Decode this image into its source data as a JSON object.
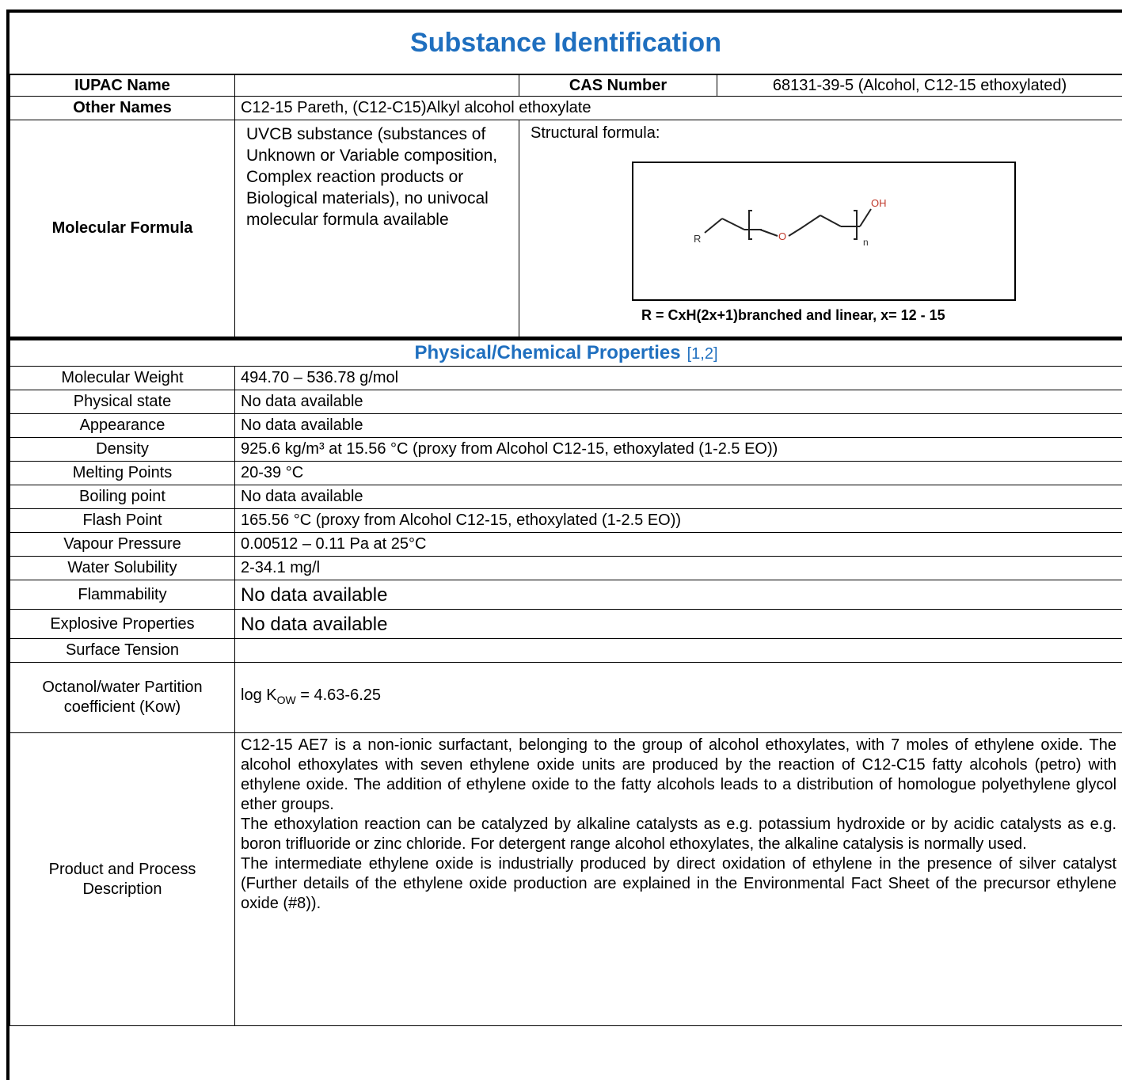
{
  "header": {
    "title": "Substance Identification"
  },
  "identification": {
    "iupac_label": "IUPAC Name",
    "iupac_value": "",
    "cas_label": "CAS Number",
    "cas_value": "68131-39-5 (Alcohol, C12-15 ethoxylated)",
    "other_names_label": "Other Names",
    "other_names_value": "C12-15 Pareth, (C12-C15)Alkyl alcohol ethoxylate",
    "molecular_formula_label": "Molecular Formula",
    "molecular_formula_text": "UVCB substance (substances of Unknown or Variable composition, Complex reaction products or Biological materials), no univocal molecular formula available",
    "structural_formula_label": "Structural formula:",
    "structure": {
      "r_label": "R",
      "o_label": "O",
      "oh_label": "OH",
      "n_label": "n",
      "caption": "R = CxH(2x+1)branched and linear,  x= 12 - 15"
    }
  },
  "properties": {
    "section_title": "Physical/Chemical Properties",
    "section_refs": "[1,2]",
    "rows": [
      {
        "label": "Molecular Weight",
        "value": "494.70 – 536.78 g/mol"
      },
      {
        "label": "Physical state",
        "value": "No data available"
      },
      {
        "label": "Appearance",
        "value": "No data available"
      },
      {
        "label": "Density",
        "value": "925.6 kg/m³ at 15.56 °C (proxy from Alcohol C12-15, ethoxylated (1-2.5 EO))"
      },
      {
        "label": "Melting Points",
        "value": "20-39 °C"
      },
      {
        "label": "Boiling point",
        "value": "No data available"
      },
      {
        "label": "Flash Point",
        "value": "165.56 °C (proxy from Alcohol C12-15, ethoxylated (1-2.5 EO))"
      },
      {
        "label": "Vapour Pressure",
        "value": "0.00512 – 0.11 Pa at 25°C"
      },
      {
        "label": "Water Solubility",
        "value": "2-34.1 mg/l"
      },
      {
        "label": "Flammability",
        "value": "No data available"
      },
      {
        "label": "Explosive Properties",
        "value": "No data available"
      },
      {
        "label": "Surface Tension",
        "value": ""
      }
    ],
    "octanol": {
      "label": "Octanol/water Partition coefficient (Kow)",
      "value_prefix": "log K",
      "value_sub": "OW",
      "value_suffix": " = 4.63-6.25"
    },
    "product": {
      "label": "Product and Process Description",
      "paragraphs": [
        "C12-15 AE7 is a non-ionic surfactant, belonging to the group of alcohol ethoxylates, with 7 moles of ethylene oxide.  The alcohol ethoxylates with seven ethylene oxide units are produced by the reaction of C12-C15 fatty alcohols (petro) with ethylene oxide. The addition of ethylene oxide to the fatty alcohols leads to a distribution of homologue polyethylene glycol ether groups.",
        "The ethoxylation reaction can be catalyzed by alkaline catalysts as e.g. potassium hydroxide or by acidic catalysts as e.g. boron trifluoride or zinc chloride. For detergent range alcohol ethoxylates, the alkaline catalysis is normally used.",
        "The intermediate ethylene oxide is industrially produced by direct oxidation of ethylene in the presence of silver catalyst (Further details of the ethylene oxide production are explained in the Environmental Fact Sheet of the precursor ethylene oxide (#8))."
      ]
    }
  }
}
